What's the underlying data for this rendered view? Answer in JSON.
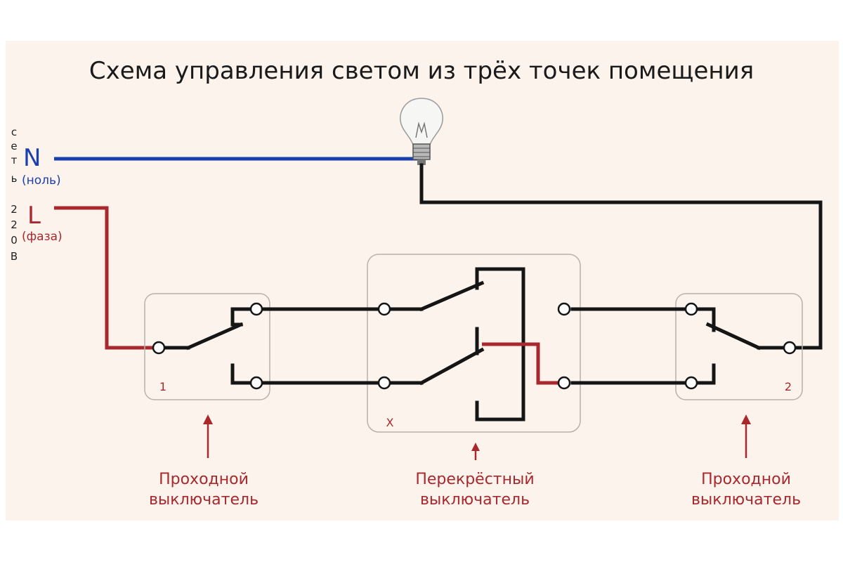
{
  "title": "Схема управления светом из трёх точек помещения",
  "network": {
    "side_text_top": [
      "с",
      "е",
      "т",
      "ь"
    ],
    "side_text_bottom": [
      "2",
      "2",
      "0",
      "В"
    ],
    "neutral_letter": "N",
    "neutral_label": "(ноль)",
    "phase_letter": "L",
    "phase_label": "(фаза)"
  },
  "switches": {
    "left_number": "1",
    "cross_mark": "X",
    "right_number": "2"
  },
  "captions": {
    "left_line1": "Проходной",
    "left_line2": "выключатель",
    "center_line1": "Перекрёстный",
    "center_line2": "выключатель",
    "right_line1": "Проходной",
    "right_line2": "выключатель"
  },
  "colors": {
    "neutral": "#1c3fae",
    "phase": "#a8282d",
    "wire": "#151515",
    "background": "#fbf3ec"
  },
  "icons": [
    "light-bulb-icon",
    "arrow-up-icon"
  ]
}
